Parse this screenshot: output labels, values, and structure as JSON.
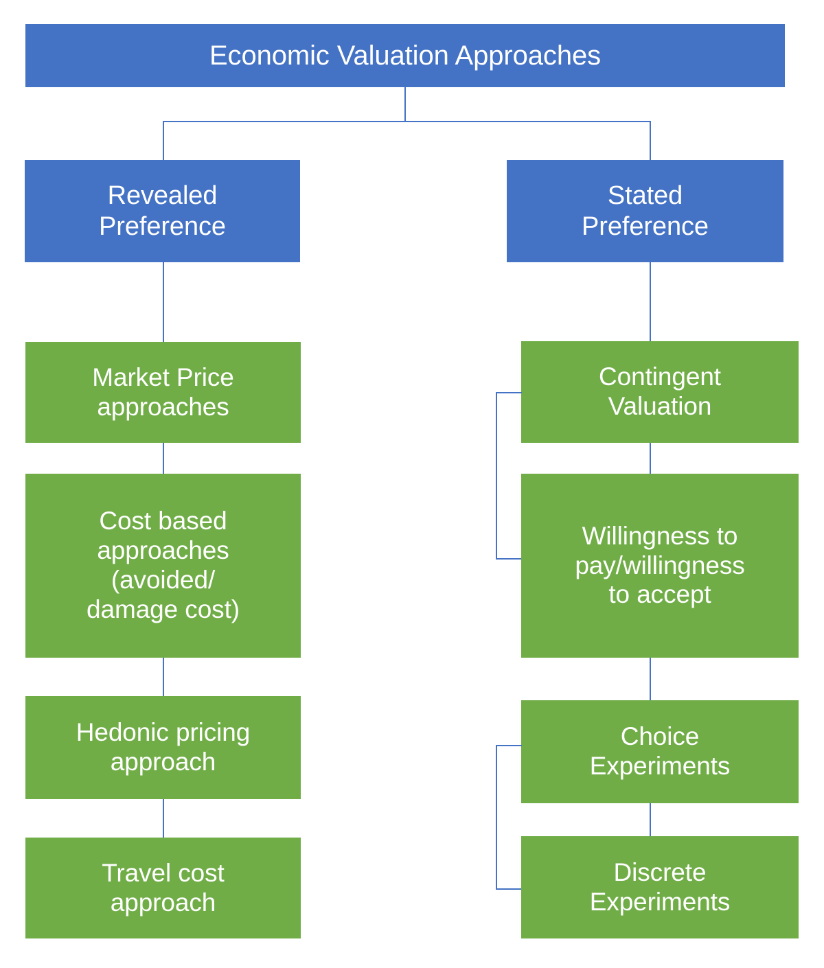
{
  "diagram": {
    "title": "Economic Valuation Approaches",
    "type": "hierarchy-flowchart",
    "colors": {
      "root_fill": "#4472C4",
      "branch_fill": "#4472C4",
      "leaf_fill": "#70AD47",
      "connector": "#4472C4",
      "text": "#FFFFFF",
      "background": "#FFFFFF"
    },
    "root": {
      "label": "Economic Valuation Approaches"
    },
    "branches": [
      {
        "id": "revealed-preference",
        "label": "Revealed\nPreference",
        "children": [
          {
            "id": "market-price",
            "label": "Market Price\napproaches"
          },
          {
            "id": "cost-based",
            "label": "Cost based\napproaches\n(avoided/\ndamage cost)"
          },
          {
            "id": "hedonic-pricing",
            "label": "Hedonic pricing\napproach"
          },
          {
            "id": "travel-cost",
            "label": "Travel cost\napproach"
          }
        ]
      },
      {
        "id": "stated-preference",
        "label": "Stated\nPreference",
        "children": [
          {
            "id": "contingent-valuation",
            "label": "Contingent\nValuation"
          },
          {
            "id": "willingness-to-pay",
            "label": "Willingness to\npay/willingness\nto accept"
          },
          {
            "id": "choice-experiments",
            "label": "Choice\nExperiments"
          },
          {
            "id": "discrete-experiments",
            "label": "Discrete\nExperiments"
          }
        ]
      }
    ]
  }
}
